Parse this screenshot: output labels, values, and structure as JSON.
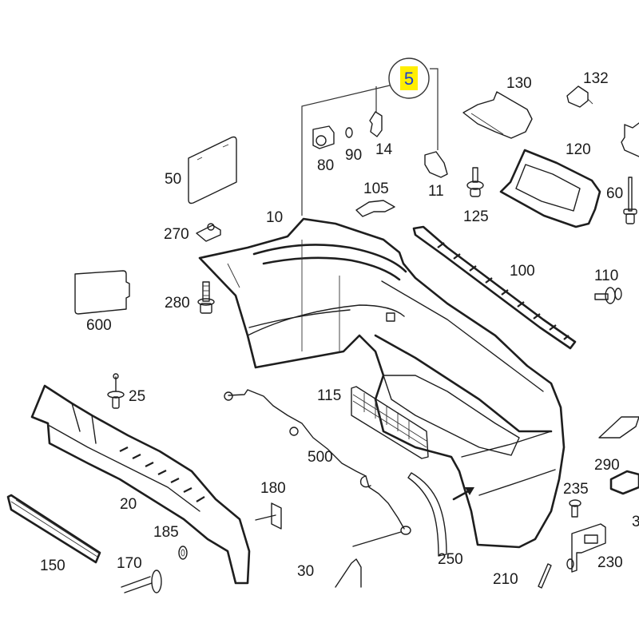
{
  "diagram": {
    "title": "Rear bumper assembly - exploded parts view",
    "callout": {
      "label": "5",
      "highlight_color": "#ffee00",
      "text_color": "#1a3fd0"
    },
    "parts": [
      {
        "id": "p5",
        "number": "5",
        "name": "callout-group"
      },
      {
        "id": "p10",
        "number": "10",
        "name": "bumper-cover"
      },
      {
        "id": "p11",
        "number": "11",
        "name": "bracket-clip"
      },
      {
        "id": "p14",
        "number": "14",
        "name": "clip"
      },
      {
        "id": "p20",
        "number": "20",
        "name": "impact-absorber-beam"
      },
      {
        "id": "p25",
        "number": "25",
        "name": "push-rivet"
      },
      {
        "id": "p30",
        "number": "30",
        "name": "side-bracket"
      },
      {
        "id": "p50",
        "number": "50",
        "name": "license-plate-panel"
      },
      {
        "id": "p60",
        "number": "60",
        "name": "pin-rivet"
      },
      {
        "id": "p80",
        "number": "80",
        "name": "parking-sensor"
      },
      {
        "id": "p90",
        "number": "90",
        "name": "sensor-ring"
      },
      {
        "id": "p100",
        "number": "100",
        "name": "trim-strip"
      },
      {
        "id": "p105",
        "number": "105",
        "name": "reflector-trim"
      },
      {
        "id": "p110",
        "number": "110",
        "name": "expanding-rivet"
      },
      {
        "id": "p115",
        "number": "115",
        "name": "grille-insert"
      },
      {
        "id": "p120",
        "number": "120",
        "name": "exhaust-frame"
      },
      {
        "id": "p125",
        "number": "125",
        "name": "plastic-rivet"
      },
      {
        "id": "p130",
        "number": "130",
        "name": "exhaust-cover"
      },
      {
        "id": "p132",
        "number": "132",
        "name": "clip-nut"
      },
      {
        "id": "p150",
        "number": "150",
        "name": "lower-grille"
      },
      {
        "id": "p170",
        "number": "170",
        "name": "spacer-sleeve"
      },
      {
        "id": "p180",
        "number": "180",
        "name": "stud-plate"
      },
      {
        "id": "p185",
        "number": "185",
        "name": "washer"
      },
      {
        "id": "p210",
        "number": "210",
        "name": "side-trim"
      },
      {
        "id": "p230",
        "number": "230",
        "name": "mounting-bracket"
      },
      {
        "id": "p235",
        "number": "235",
        "name": "screw"
      },
      {
        "id": "p250",
        "number": "250",
        "name": "wheel-arch-trim"
      },
      {
        "id": "p270",
        "number": "270",
        "name": "spring-nut"
      },
      {
        "id": "p280",
        "number": "280",
        "name": "bolt"
      },
      {
        "id": "p290",
        "number": "290",
        "name": "guide-bracket"
      },
      {
        "id": "p500",
        "number": "500",
        "name": "wiring-harness"
      },
      {
        "id": "p600",
        "number": "600",
        "name": "control-unit"
      }
    ],
    "partial_labels": [
      {
        "id": "p3x",
        "number": "3"
      }
    ]
  }
}
